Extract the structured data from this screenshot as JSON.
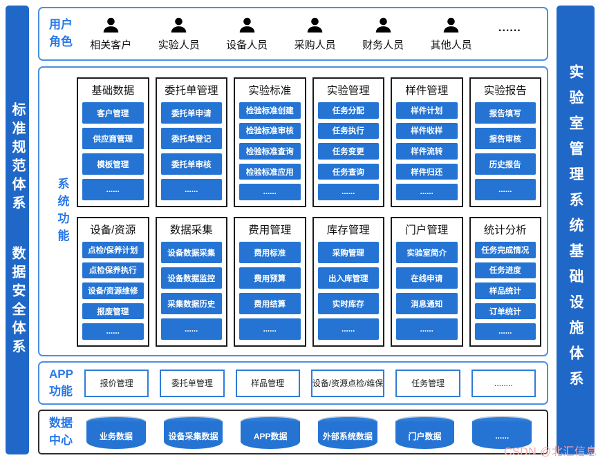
{
  "colors": {
    "accent_blue": "#2574d4",
    "sidebar_blue": "#2068c8",
    "label_blue": "#2878e8",
    "panel_border_blue": "#4a90e2",
    "card_border": "#1c1c1c",
    "watermark_pink": "#f0a9a6"
  },
  "left_sidebar": {
    "top": "标准规范体系",
    "bottom": "数据安全体系"
  },
  "right_sidebar": {
    "text": "实验室管理系统基础设施体系"
  },
  "user_roles": {
    "label_line1": "用户",
    "label_line2": "角色",
    "roles": [
      "相关客户",
      "实验人员",
      "设备人员",
      "采购人员",
      "财务人员",
      "其他人员"
    ],
    "more": "......"
  },
  "system_functions": {
    "label": "系统功能",
    "cards": [
      {
        "title": "基础数据",
        "items": [
          "客户管理",
          "供应商管理",
          "模板管理",
          "......"
        ]
      },
      {
        "title": "委托单管理",
        "items": [
          "委托单申请",
          "委托单登记",
          "委托单审核",
          "......"
        ]
      },
      {
        "title": "实验标准",
        "items": [
          "检验标准创建",
          "检验标准审核",
          "检验标准查询",
          "检验标准应用",
          "......"
        ]
      },
      {
        "title": "实验管理",
        "items": [
          "任务分配",
          "任务执行",
          "任务变更",
          "任务查询",
          "......"
        ]
      },
      {
        "title": "样件管理",
        "items": [
          "样件计划",
          "样件收样",
          "样件流转",
          "样件归还",
          "......"
        ]
      },
      {
        "title": "实验报告",
        "items": [
          "报告填写",
          "报告审核",
          "历史报告",
          "......"
        ]
      },
      {
        "title": "设备/资源",
        "items": [
          "点检/保养计划",
          "点检保养执行",
          "设备/资源维修",
          "报废管理",
          "......"
        ]
      },
      {
        "title": "数据采集",
        "items": [
          "设备数据采集",
          "设备数据监控",
          "采集数据历史",
          "......"
        ]
      },
      {
        "title": "费用管理",
        "items": [
          "费用标准",
          "费用预算",
          "费用结算",
          "......"
        ]
      },
      {
        "title": "库存管理",
        "items": [
          "采购管理",
          "出入库管理",
          "实时库存",
          "......"
        ]
      },
      {
        "title": "门户管理",
        "items": [
          "实验室简介",
          "在线申请",
          "消息通知",
          "......"
        ]
      },
      {
        "title": "统计分析",
        "items": [
          "任务完成情况",
          "任务进度",
          "样品统计",
          "订单统计",
          "......"
        ]
      }
    ]
  },
  "app_functions": {
    "label_line1": "APP",
    "label_line2": "功能",
    "items": [
      "报价管理",
      "委托单管理",
      "样品管理",
      "设备/资源点检/维保",
      "任务管理",
      "........"
    ]
  },
  "data_center": {
    "label_line1": "数据",
    "label_line2": "中心",
    "databases": [
      "业务数据",
      "设备采集数据",
      "APP数据",
      "外部系统数据",
      "门户数据",
      "......"
    ]
  },
  "watermark": "CSDN @北汇信息"
}
